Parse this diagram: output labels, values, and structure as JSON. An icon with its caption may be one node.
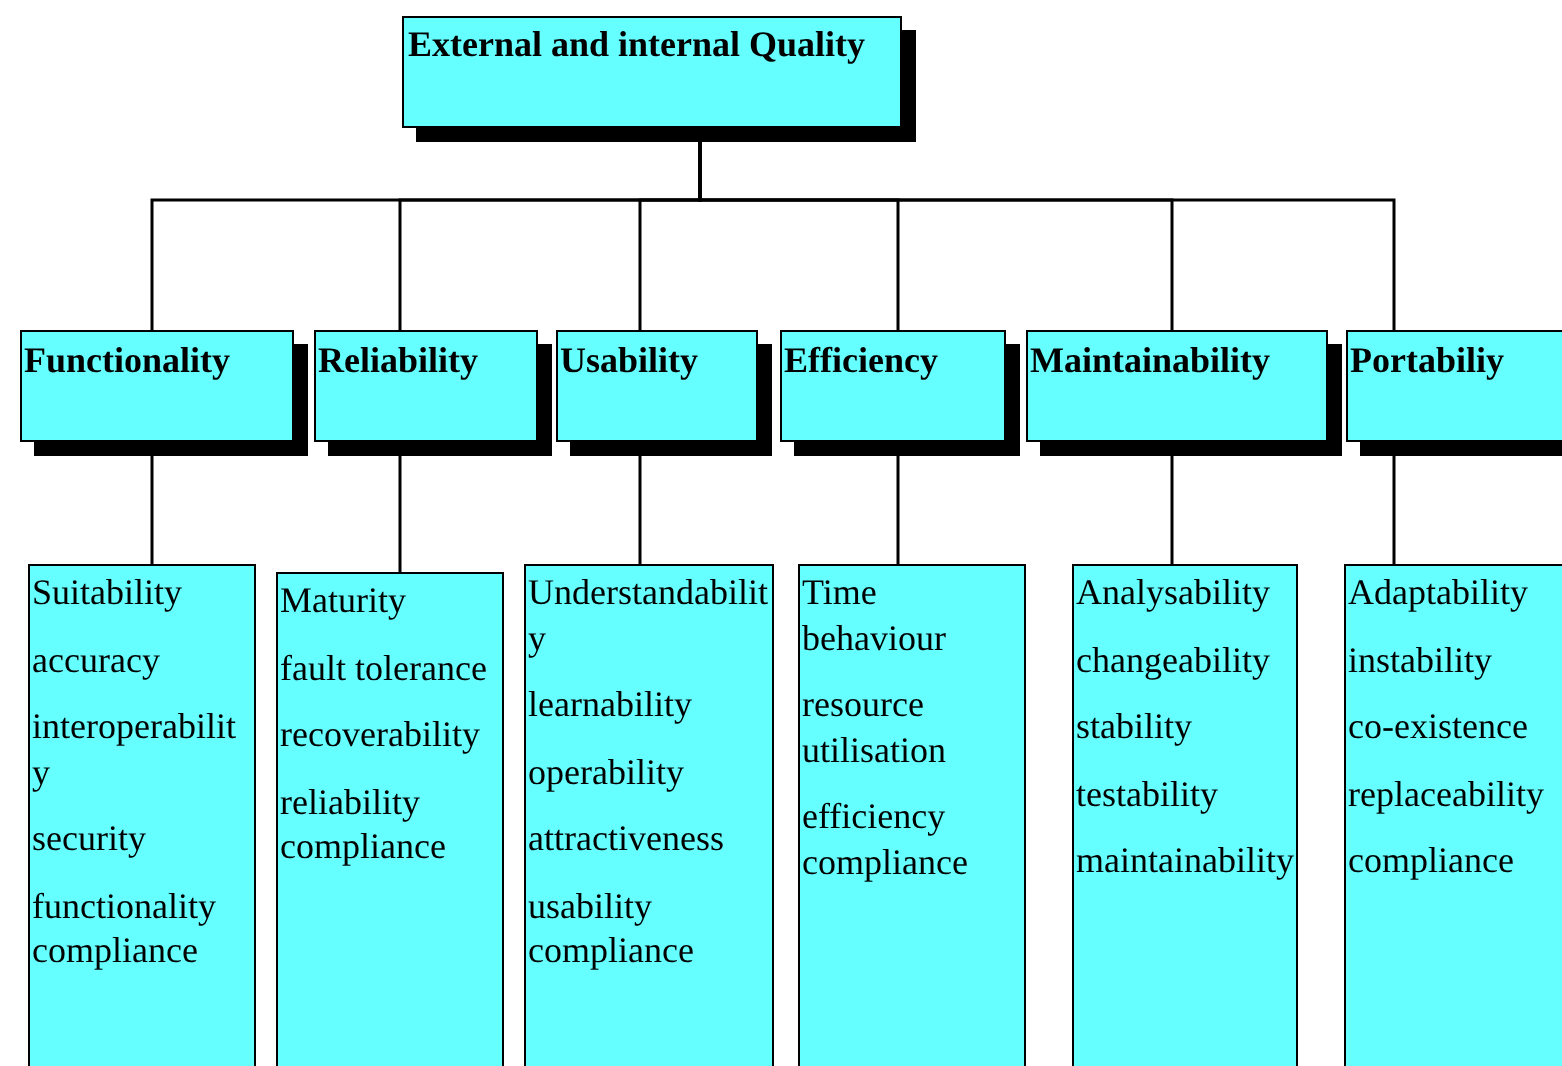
{
  "diagram": {
    "nodes": [
      {
        "text": [
          "External and internal Quality"
        ]
      },
      {
        "text": [
          "Functionality"
        ]
      },
      {
        "text": [
          "Reliability"
        ]
      },
      {
        "text": [
          "Usability"
        ]
      },
      {
        "text": [
          "Efficiency"
        ]
      },
      {
        "text": [
          "Maintainability"
        ]
      },
      {
        "text": [
          "Portabiliy"
        ]
      },
      {
        "text": [
          "Suitability",
          "accuracy",
          "interoperability",
          "security",
          "functionality compliance"
        ]
      },
      {
        "text": [
          "Maturity",
          "fault tolerance",
          "recoverability",
          "reliability compliance"
        ]
      },
      {
        "text": [
          "Understandability",
          "learnability",
          "operability",
          "attractiveness",
          "usability compliance"
        ]
      },
      {
        "text": [
          "Time behaviour",
          "resource utilisation",
          "efficiency compliance"
        ]
      },
      {
        "text": [
          "Analysability",
          "changeability",
          "stability",
          "testability",
          "maintainability"
        ]
      },
      {
        "text": [
          "Adaptability",
          "instability",
          "co-existence",
          "replaceability",
          "compliance"
        ]
      }
    ],
    "edges": [
      {
        "from": 0,
        "to": 1,
        "arrow": "none"
      },
      {
        "from": 0,
        "to": 2,
        "arrow": "none"
      },
      {
        "from": 0,
        "to": 3,
        "arrow": "none"
      },
      {
        "from": 0,
        "to": 4,
        "arrow": "none"
      },
      {
        "from": 0,
        "to": 5,
        "arrow": "none"
      },
      {
        "from": 0,
        "to": 6,
        "arrow": "none"
      },
      {
        "from": 1,
        "to": 7,
        "arrow": "none"
      },
      {
        "from": 2,
        "to": 8,
        "arrow": "none"
      },
      {
        "from": 3,
        "to": 9,
        "arrow": "none"
      },
      {
        "from": 4,
        "to": 10,
        "arrow": "none"
      },
      {
        "from": 5,
        "to": 11,
        "arrow": "none"
      },
      {
        "from": 6,
        "to": 12,
        "arrow": "none"
      }
    ]
  }
}
